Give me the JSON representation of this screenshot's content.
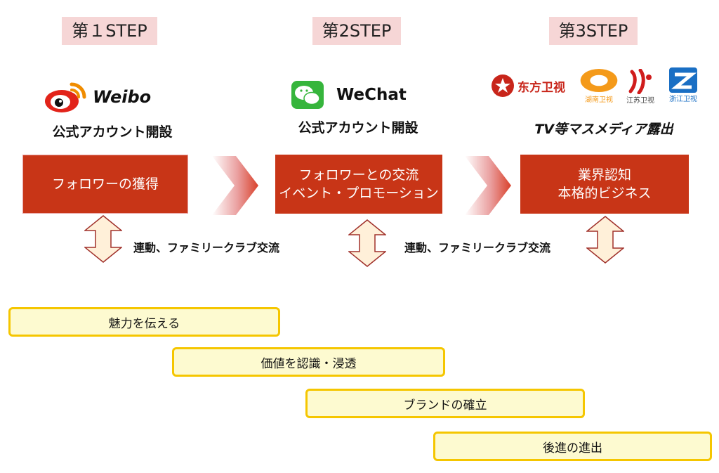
{
  "steps": [
    {
      "label": "第１STEP",
      "brand": "Weibo",
      "subtitle": "公式アカウント開設",
      "box_lines": [
        "フォロワーの獲得"
      ]
    },
    {
      "label": "第2STEP",
      "brand": "WeChat",
      "subtitle": "公式アカウント開設",
      "box_lines": [
        "フォロワーとの交流",
        "イベント・プロモーション"
      ]
    },
    {
      "label": "第3STEP",
      "subtitle": "TV等マスメディア露出",
      "box_lines": [
        "業界認知",
        "本格的ビジネス"
      ],
      "tv_logos": [
        {
          "text": "东方卫视",
          "icon": "dragon-tv-logo"
        },
        {
          "text": "湖南卫视",
          "icon": "hunan-tv-logo"
        },
        {
          "text": "江苏卫视",
          "icon": "jiangsu-tv-logo"
        },
        {
          "text": "浙江卫视",
          "icon": "zhejiang-tv-logo"
        }
      ]
    }
  ],
  "links": [
    "連動、ファミリークラブ交流",
    "連動、ファミリークラブ交流"
  ],
  "phases": [
    "魅力を伝える",
    "価値を認識・浸透",
    "ブランドの確立",
    "後進の進出"
  ],
  "colors": {
    "step_label_bg": "#f6d6d6",
    "box_red": "#c83517",
    "arrow_red": "#d9412b",
    "updown_fill": "#fff0d9",
    "updown_stroke": "#a0302a",
    "bar_fill": "#fdfad0",
    "bar_border": "#f5c600",
    "wechat_green": "#36b53c",
    "weibo_red": "#e2231a"
  }
}
